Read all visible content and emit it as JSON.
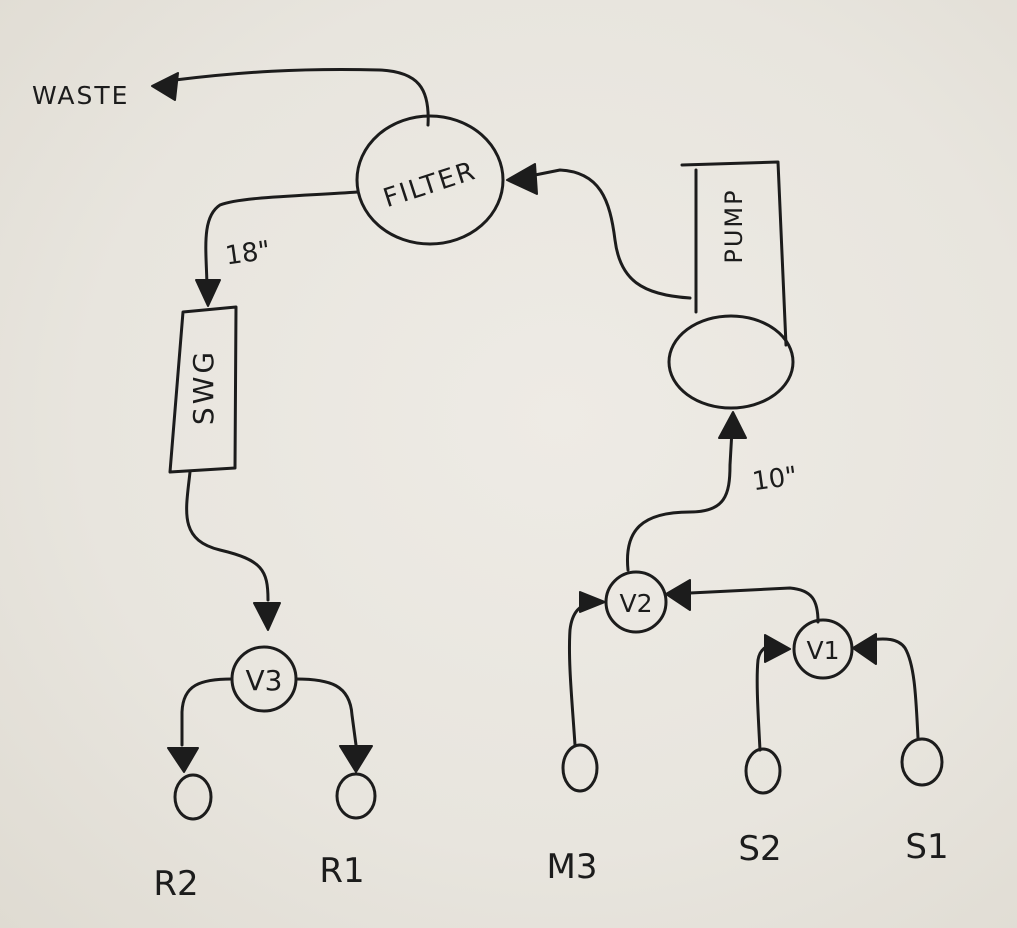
{
  "labels": {
    "waste": "WASTE",
    "filter": "FILTER",
    "pump": "PUMP",
    "swg": "SWG",
    "v1": "V1",
    "v2": "V2",
    "v3": "V3",
    "r1": "R1",
    "r2": "R2",
    "m3": "M3",
    "s1": "S1",
    "s2": "S2",
    "len_filter_to_swg": "18\"",
    "len_v2_to_pump": "10\""
  }
}
